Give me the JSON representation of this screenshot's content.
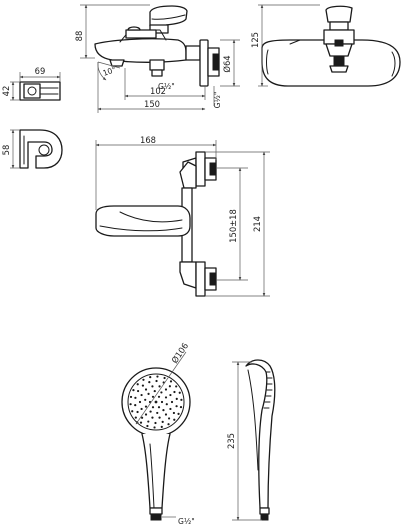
{
  "drawing": {
    "stroke_color": "#1a1a1a",
    "dimension_color": "#5a5a5a",
    "background": "#ffffff"
  },
  "dimensions": {
    "spout_height": "88",
    "spout_angle": "10°",
    "inlet_thread_spout": "G½\"",
    "spout_reach_short": "102",
    "spout_reach_long": "150",
    "body_diameter": "Ø64",
    "inlet_thread_wall": "G½\"",
    "side_height": "125",
    "holder_width": "69",
    "holder_depth": "42",
    "holder_height": "58",
    "mixer_length": "168",
    "inlet_spacing": "150±18",
    "mixer_total_height": "214",
    "shower_head_diameter": "Ø106",
    "hand_shower_length": "235",
    "hand_shower_thread": "G½\""
  }
}
